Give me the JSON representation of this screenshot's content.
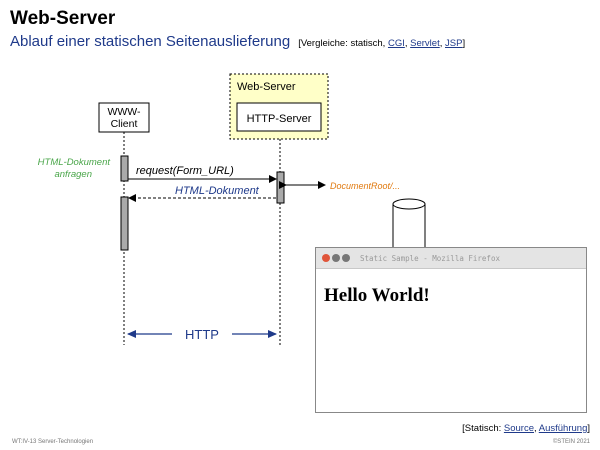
{
  "header": {
    "title": "Web-Server",
    "subtitle": "Ablauf einer statischen Seitenauslieferung",
    "compare_prefix": "[Vergleiche: statisch,",
    "links": [
      "CGI",
      "Servlet",
      "JSP"
    ],
    "compare_suffix": "]"
  },
  "diagram": {
    "client_label_line1": "WWW-",
    "client_label_line2": "Client",
    "server_box_label": "Web-Server",
    "http_server_label": "HTTP-Server",
    "left_note_line1": "HTML-Dokument",
    "left_note_line2": "anfragen",
    "request_label": "request(Form_URL)",
    "response_label": "HTML-Dokument",
    "docroot_label": "DocumentRoot/...",
    "http_label": "HTTP",
    "colors": {
      "green_note": "#4aa64a",
      "orange_note": "#e07a10",
      "navy": "#1f3a8a",
      "server_box_fill": "#ffffc8",
      "activation_bar": "#aaaaaa"
    }
  },
  "browser": {
    "window_title": "Static Sample - Mozilla Firefox",
    "page_heading": "Hello World!"
  },
  "bottom_note": {
    "prefix": "[Statisch:",
    "source_link": "Source",
    "sep": ",",
    "run_link": "Ausführung",
    "suffix": "]"
  },
  "footer": {
    "left": "WT:IV-13   Server-Technologien",
    "right": "©STEIN 2021"
  }
}
